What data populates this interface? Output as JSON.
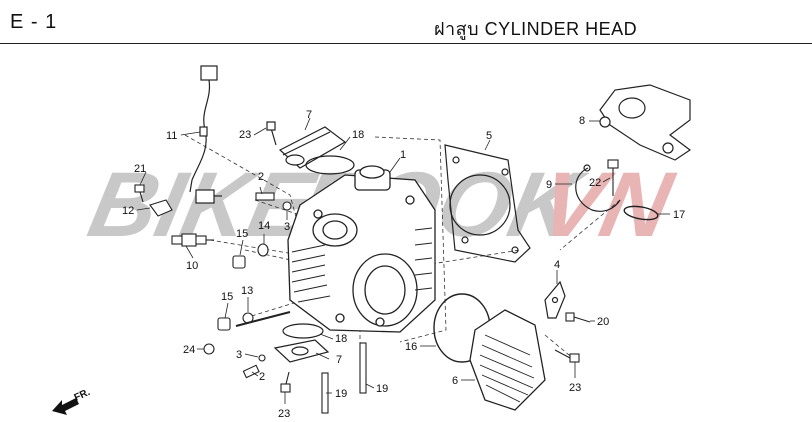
{
  "header": {
    "section_code": "E - 1",
    "title": "ฝาสูบ  CYLINDER HEAD"
  },
  "watermark": {
    "part1": "BIKE",
    "part2": "BOOK",
    "part3": "VN",
    "color_gray": "#c8c8c8",
    "color_red": "#e8b4b4"
  },
  "direction_label": "FR.",
  "callouts": {
    "c1": "1",
    "c2a": "2",
    "c2b": "2",
    "c3a": "3",
    "c3b": "3",
    "c4": "4",
    "c5": "5",
    "c6": "6",
    "c7a": "7",
    "c7b": "7",
    "c8": "8",
    "c9": "9",
    "c10": "10",
    "c11": "11",
    "c12": "12",
    "c13": "13",
    "c14": "14",
    "c15a": "15",
    "c15b": "15",
    "c16": "16",
    "c17": "17",
    "c18a": "18",
    "c18b": "18",
    "c19a": "19",
    "c19b": "19",
    "c20": "20",
    "c21": "21",
    "c22": "22",
    "c23a": "23",
    "c23b": "23",
    "c23c": "23",
    "c24": "24"
  }
}
